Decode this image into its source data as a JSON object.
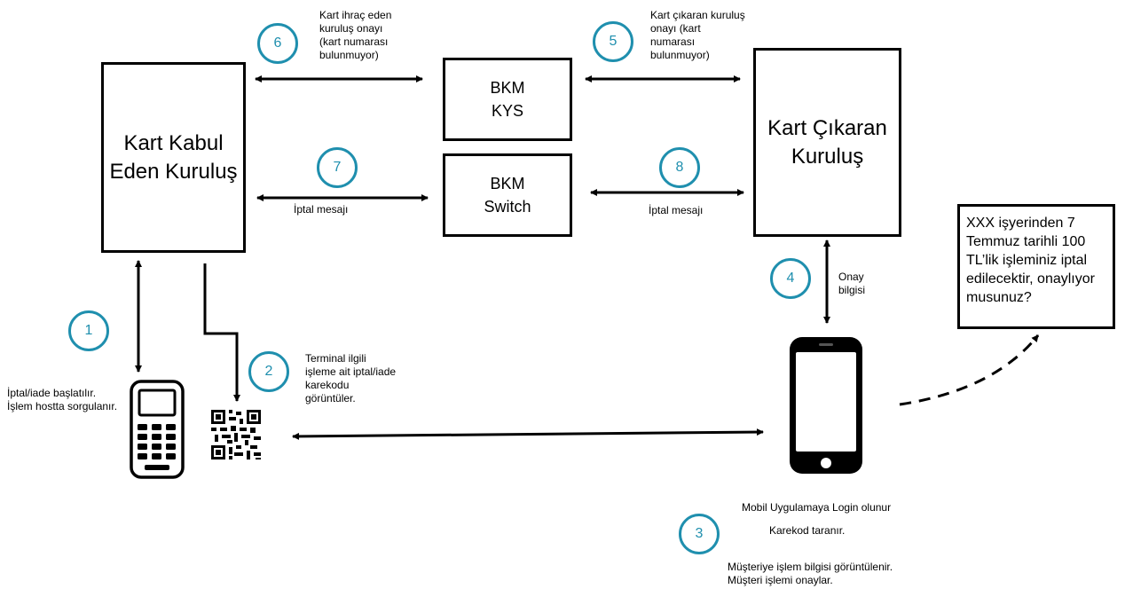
{
  "boxes": {
    "acquirer": "Kart Kabul\nEden Kuruluş",
    "bkm_kys": "BKM\nKYS",
    "bkm_switch": "BKM\nSwitch",
    "issuer": "Kart Çıkaran\nKuruluş"
  },
  "steps": {
    "s1": "1",
    "s2": "2",
    "s3": "3",
    "s4": "4",
    "s5": "5",
    "s6": "6",
    "s7": "7",
    "s8": "8"
  },
  "notes": {
    "issuer_approval_left": "Kart ihraç eden\nkuruluş onayı\n(kart numarası\nbulunmuyor)",
    "issuer_approval_right": "Kart çıkaran kuruluş\nonayı (kart\nnumarası\nbulunmuyor)",
    "cancel_msg_left": "İptal mesajı",
    "cancel_msg_right": "İptal mesajı",
    "approval_info": "Onay\nbilgisi",
    "pos_start": "İptal/iade başlatılır.\nİşlem hostta sorgulanır.",
    "terminal_qr": "Terminal ilgili\nişleme ait iptal/iade\nkarekodu\ngörüntüler.",
    "mobile_login": "Mobil Uygulamaya Login olunur",
    "qr_scanned": "Karekod taranır.",
    "customer_view": "Müşteriye işlem bilgisi görüntülenir.\nMüşteri işlemi onaylar."
  },
  "message_box": "XXX işyerinden 7\nTemmuz tarihli 100\nTL’lik işleminiz iptal\nedilecektir, onaylıyor\nmusunuz?",
  "icons": {
    "pos": "pos-terminal-icon",
    "qr": "qr-code-icon",
    "phone": "smartphone-icon"
  },
  "colors": {
    "step_circle": "#1f8fae",
    "lines": "#000000"
  }
}
